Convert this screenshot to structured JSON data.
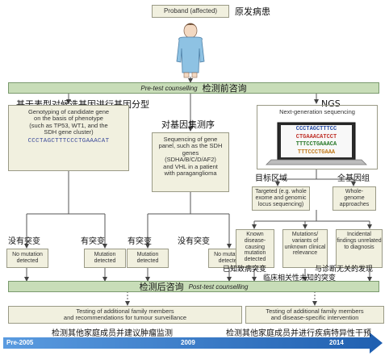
{
  "proband": {
    "label": "Proband (affected)",
    "cn": "原发病患"
  },
  "pretest": {
    "label": "Pre-test counselling",
    "cn": "检测前咨询"
  },
  "branches": {
    "phenotype_cn": "基于表型对候选基因进行基因分型",
    "panel_cn": "对基因集测序",
    "ngs_cn": "NGS"
  },
  "genotyping": {
    "line1": "Genotyping of candidate gene",
    "line2": "on the basis of phenotype",
    "line3": "(such as TP53, WT1, and the",
    "line4": "SDH gene cluster)",
    "seq": "CCCTAGCTTTCCCTGAAACAT"
  },
  "panel": {
    "line1": "Sequencing of gene",
    "line2": "panel, such as the SDH",
    "line3": "genes",
    "line4": "(SDHA/B/C/D/AF2)",
    "line5": "and VHL in a patient",
    "line6": "with paraganglioma"
  },
  "ngs": {
    "title": "Next-generation sequencing",
    "seq1": "CCCTAGCTTTCC",
    "seq2": "CTGAAACATCCT",
    "seq3": "TTTCCTGAAACA",
    "seq4": "TTTCCCTGAAA"
  },
  "ngs_labels": {
    "target_cn": "目标区域",
    "wgs_cn": "全基因组"
  },
  "targeted": {
    "line1": "Targeted (e.g. whole",
    "line2": "exome and genomic",
    "line3": "locus sequencing)"
  },
  "wgs": {
    "line1": "Whole-",
    "line2": "genome",
    "line3": "approaches"
  },
  "mut_labels": {
    "no1": "没有突变",
    "yes1": "有突变",
    "yes2": "有突变",
    "no2": "没有突变"
  },
  "outcomes": {
    "no_mutation_1": "No mutation detected",
    "mutation_1": "Mutation detected",
    "mutation_2": "Mutation detected",
    "no_mutation_2": "No mutation detected"
  },
  "ngs_outcomes": {
    "known": "Known disease-causing mutation detected",
    "vus": "Mutations/ variants of unknown clinical relevance",
    "incidental": "Incidental findings unrelated to diagnosis"
  },
  "ngs_outcome_cn": {
    "known": "已知致病突变",
    "vus": "临床相关性未知的突变",
    "incidental": "与诊断无关的发现"
  },
  "posttest": {
    "cn": "检测后咨询",
    "label": "Post-test counselling"
  },
  "testing_left": {
    "line1": "Testing of additional family members",
    "line2": "and recommendations for tumour surveillance",
    "cn": "检测其他家庭成员并建议肿瘤监测"
  },
  "testing_right": {
    "line1": "Testing of additional family members",
    "line2": "and disease-specific intervention",
    "cn": "检测其他家庭成员并进行疾病特异性干预"
  },
  "timeline": {
    "start": "Pre-2005",
    "mid": "2009",
    "end": "2014"
  },
  "colors": {
    "box": "#f1f0df",
    "band": "#c8ddb8",
    "timeline": "#2f74c4"
  }
}
